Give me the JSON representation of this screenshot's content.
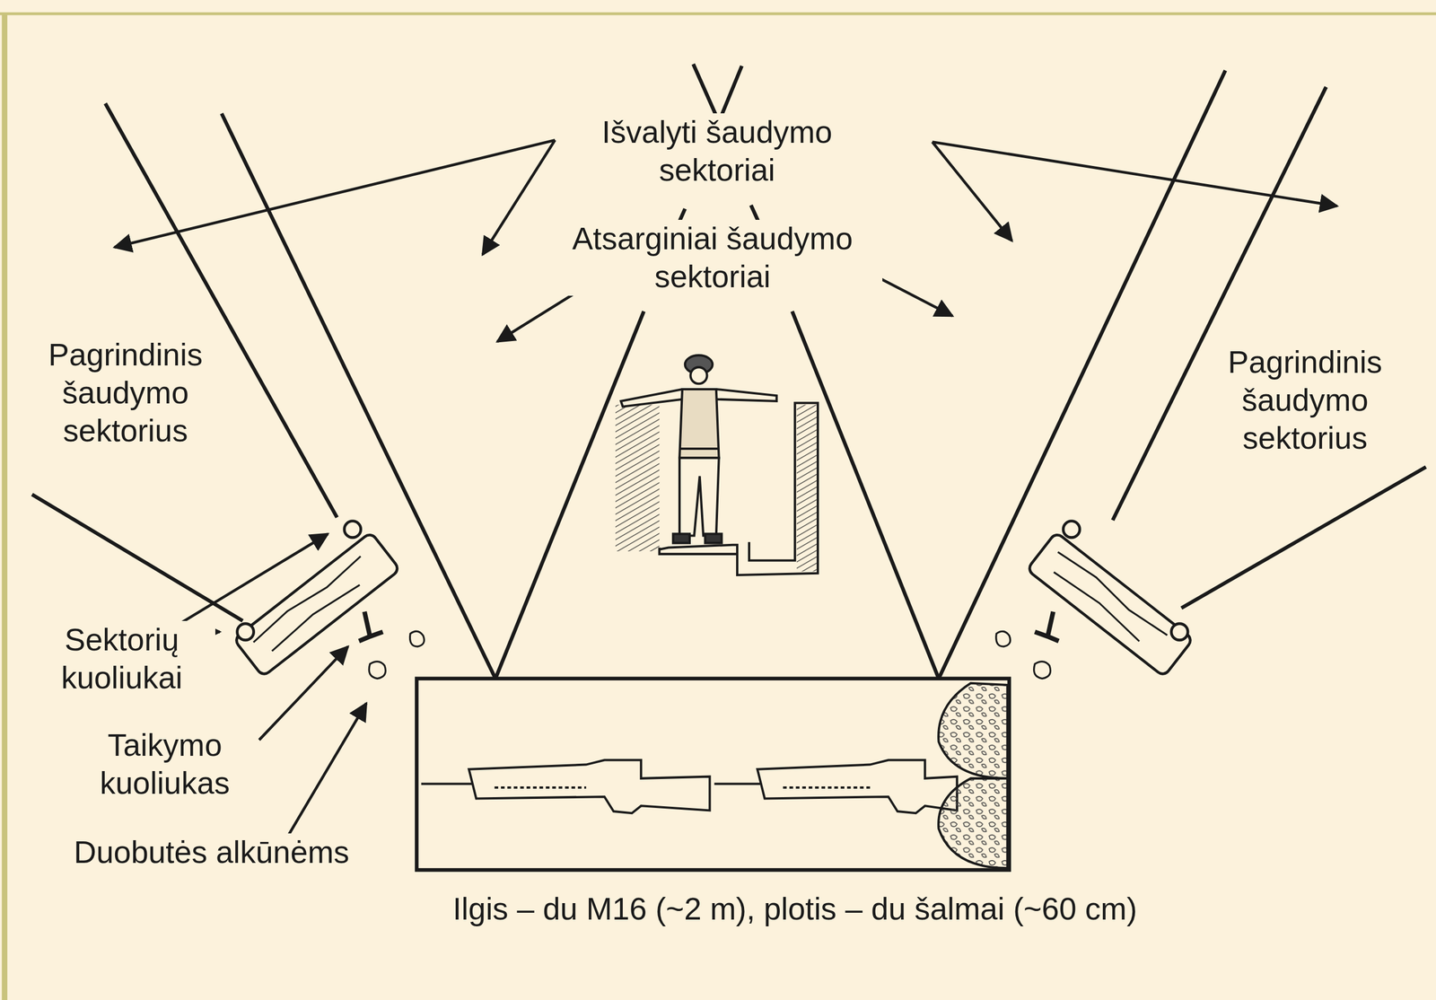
{
  "diagram": {
    "caption": "Ilgis – du M16 (~2 m), plotis – du šalmai (~60 cm)",
    "labels": [
      "Išvalyti šaudymo sektoriai",
      "Atsarginiai šaudymo sektoriai",
      "Pagrindinis šaudymo sektorius",
      "Pagrindinis šaudymo sektorius",
      "Sektorių kuoliukai",
      "Taikymo kuoliukas",
      "Duobutės alkūnėms"
    ]
  }
}
